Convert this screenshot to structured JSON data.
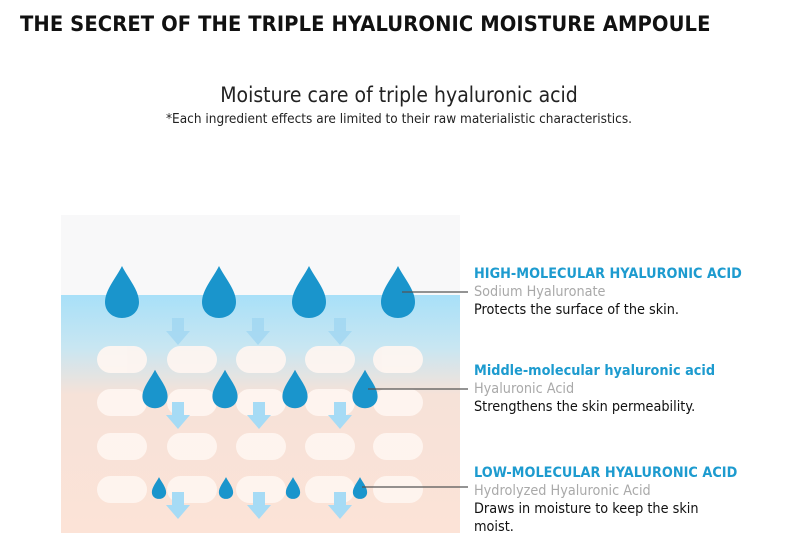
{
  "header": {
    "title": "THE SECRET OF THE TRIPLE HYALURONIC MOISTURE AMPOULE",
    "subtitle": "Moisture care of triple hyaluronic acid",
    "note": "*Each ingredient effects are limited to their raw materialistic characteristics."
  },
  "colors": {
    "accent": "#1d9bcf",
    "drop": "#1a95cc",
    "arrow": "#aadcf5",
    "surface_blue": "#a8e0f8",
    "skin_peach": "#fbe3d8",
    "cell": "#fff6f1",
    "secondary_text": "#a9a9a9"
  },
  "diagram": {
    "layers": [
      "surface",
      "skin"
    ],
    "large_drops": 4,
    "middle_drops": 4,
    "small_drops": 4,
    "cell_rows": 4,
    "cells_per_row": 5
  },
  "labels": [
    {
      "heading": "HIGH-MOLECULAR HYALURONIC ACID",
      "ingredient": "Sodium Hyaluronate",
      "description": "Protects the surface of the skin."
    },
    {
      "heading": "Middle-molecular hyaluronic acid",
      "ingredient": "Hyaluronic Acid",
      "description": "Strengthens the skin permeability."
    },
    {
      "heading": "LOW-MOLECULAR HYALURONIC ACID",
      "ingredient": "Hydrolyzed Hyaluronic Acid",
      "description": "Draws in moisture to keep the skin moist."
    }
  ]
}
